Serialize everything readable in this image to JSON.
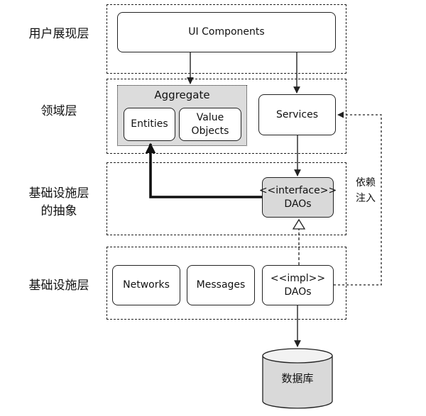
{
  "layers": [
    {
      "label": "用户展现层"
    },
    {
      "label": "领域层"
    },
    {
      "label": "基础设施层\n的抽象"
    },
    {
      "label": "基础设施层"
    }
  ],
  "presentation": {
    "ui_components": "UI Components"
  },
  "domain": {
    "aggregate": "Aggregate",
    "entities": "Entities",
    "value_objects": "Value\nObjects",
    "services": "Services"
  },
  "abstraction": {
    "dao_interface": "<<interface>>\nDAOs"
  },
  "infrastructure": {
    "networks": "Networks",
    "messages": "Messages",
    "dao_impl": "<<impl>>\nDAOs"
  },
  "dependency_injection": "依赖\n注入",
  "database": "数据库"
}
